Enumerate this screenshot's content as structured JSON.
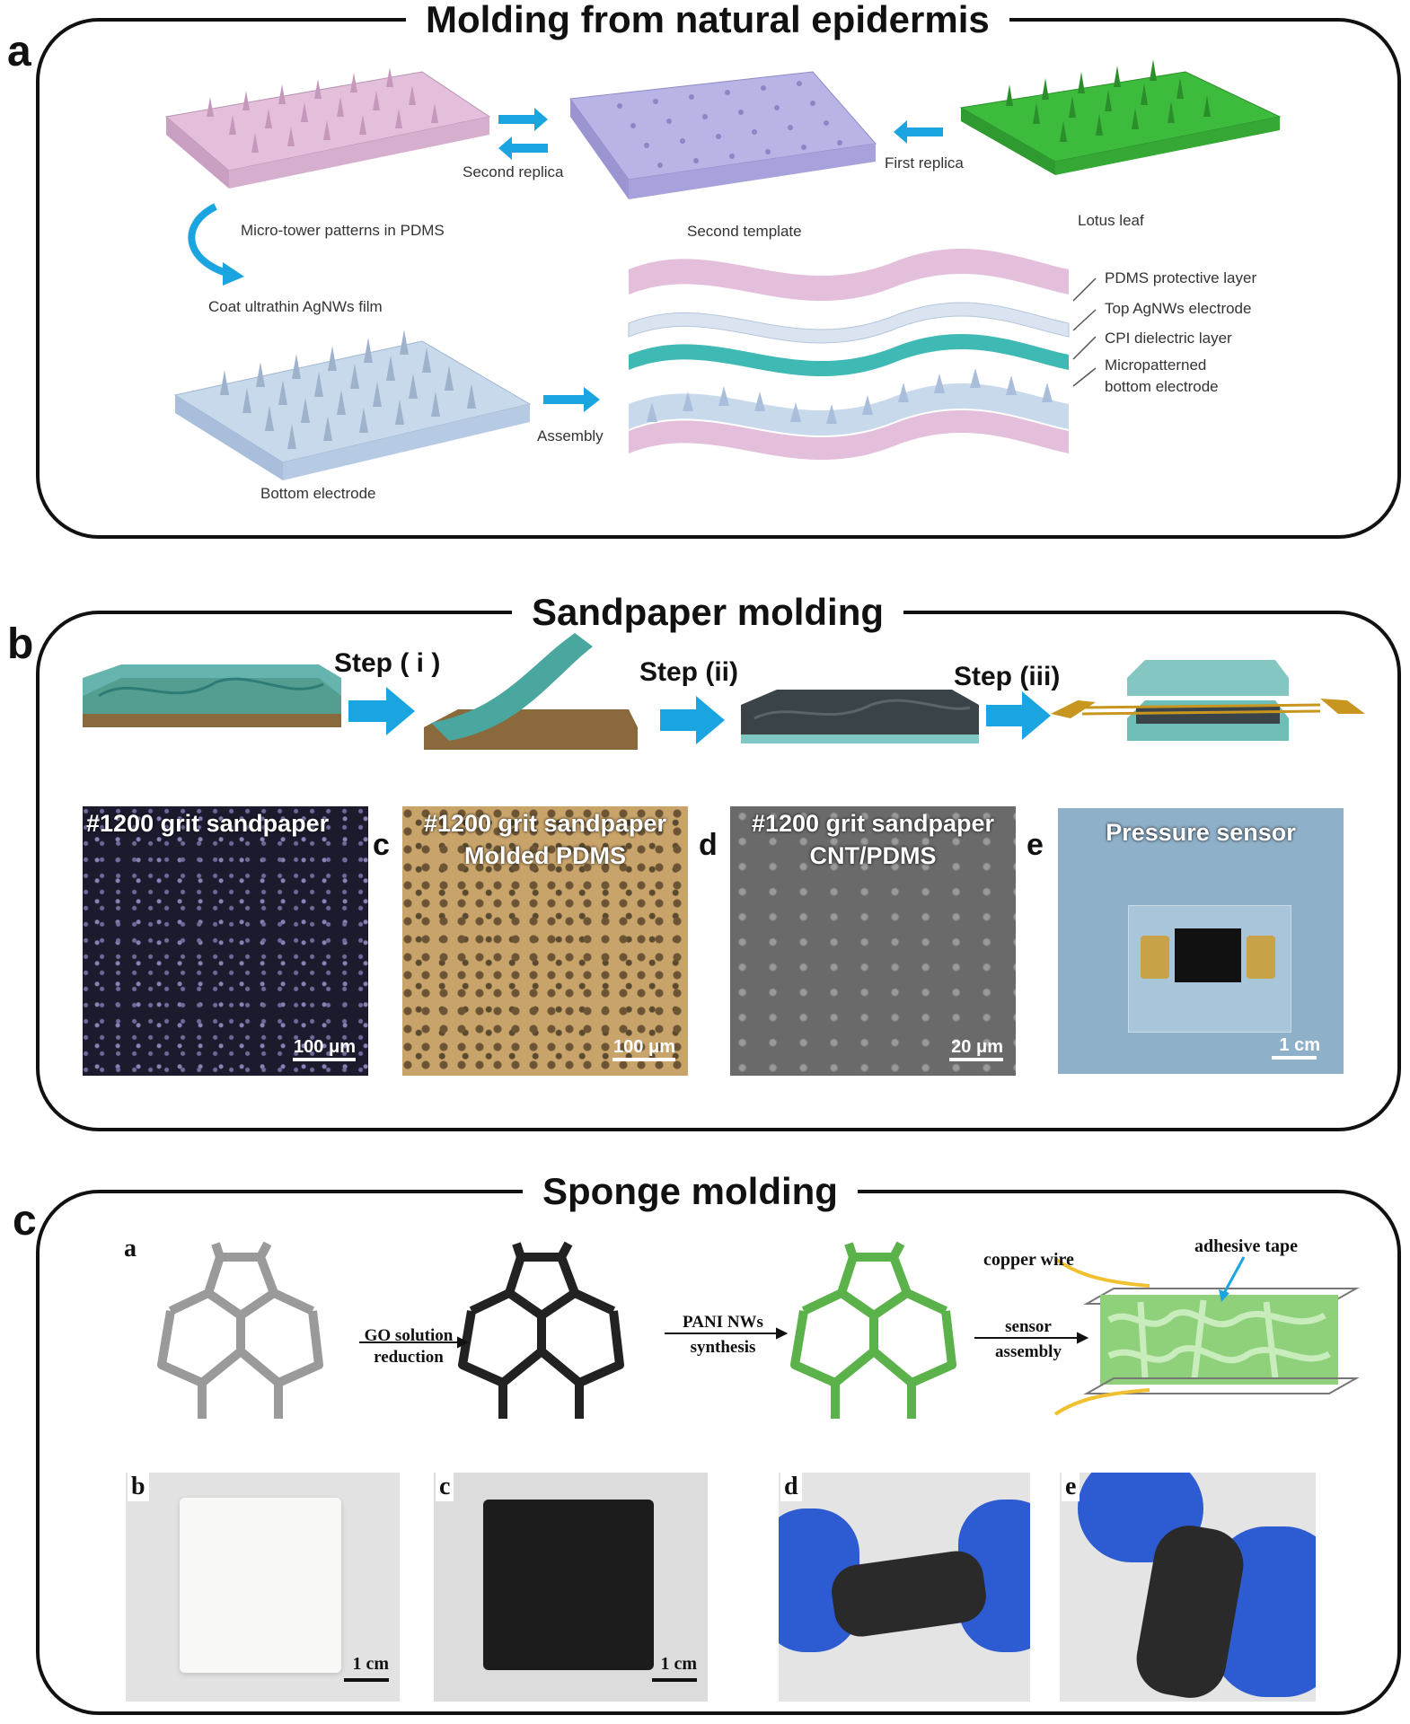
{
  "panel_a": {
    "letter": "a",
    "title": "Molding from natural epidermis",
    "labels": {
      "second_replica": "Second replica",
      "first_replica": "First replica",
      "micro_tower": "Micro-tower patterns in PDMS",
      "second_template": "Second template",
      "lotus_leaf": "Lotus leaf",
      "coat": "Coat ultrathin AgNWs film",
      "assembly": "Assembly",
      "bottom_electrode": "Bottom electrode",
      "layer1": "PDMS protective layer",
      "layer2": "Top AgNWs electrode",
      "layer3": "CPI dielectric layer",
      "layer4a": "Micropatterned",
      "layer4b": "bottom electrode"
    }
  },
  "panel_b": {
    "letter": "b",
    "title": "Sandpaper molding",
    "steps": [
      "Step ( i )",
      "Step (ii)",
      "Step (iii)"
    ],
    "photos": [
      {
        "letter": "",
        "title1": "#1200 grit sandpaper",
        "title2": "",
        "scale": "100 μm"
      },
      {
        "letter": "c",
        "title1": "#1200 grit sandpaper",
        "title2": "Molded PDMS",
        "scale": "100 μm"
      },
      {
        "letter": "d",
        "title1": "#1200 grit sandpaper",
        "title2": "CNT/PDMS",
        "scale": "20 μm"
      },
      {
        "letter": "e",
        "title1": "Pressure sensor",
        "title2": "",
        "scale": "1 cm"
      }
    ]
  },
  "panel_c": {
    "letter": "c",
    "title": "Sponge molding",
    "sub_a": "a",
    "arrows": [
      {
        "line1": "GO solution",
        "line2": "reduction"
      },
      {
        "line1": "PANI NWs",
        "line2": "synthesis"
      },
      {
        "line1": "sensor",
        "line2": "assembly"
      }
    ],
    "copper_wire": "copper wire",
    "adhesive_tape": "adhesive tape",
    "photos": [
      {
        "letter": "b",
        "scale": "1 cm"
      },
      {
        "letter": "c",
        "scale": "1 cm"
      },
      {
        "letter": "d",
        "scale": ""
      },
      {
        "letter": "e",
        "scale": ""
      }
    ]
  },
  "colors": {
    "arrow_blue": "#1aa5e0",
    "pink_pdms": "#e3bfdc",
    "lavender_template": "#b9b4e6",
    "lotus_green": "#3dbb3d",
    "electrode_blue": "#c9d9ec",
    "teal_layer": "#3fb9b4",
    "sponge_green": "#5cb24a"
  }
}
